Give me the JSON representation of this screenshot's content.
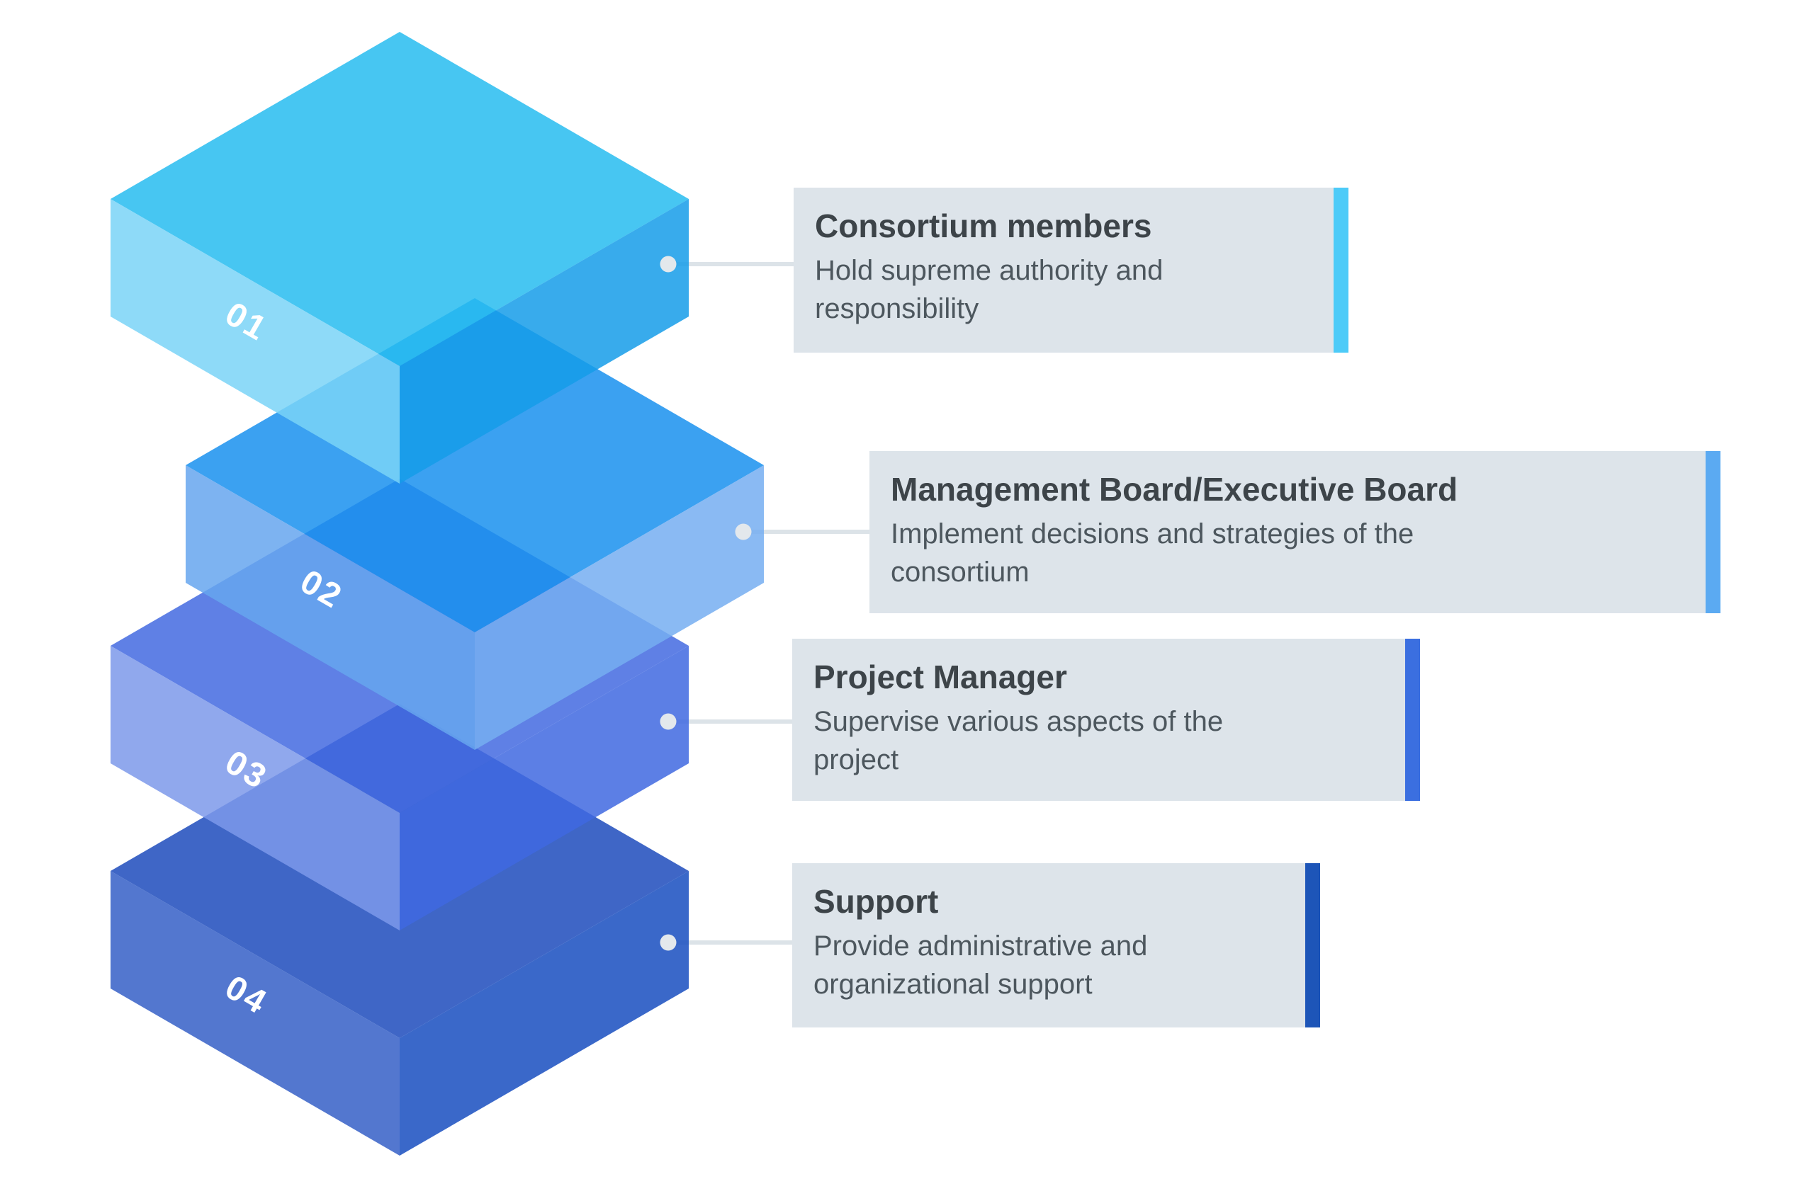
{
  "background": "#ffffff",
  "number_color": "#ffffff",
  "connector": {
    "line_color": "#dce3e8",
    "dot_color": "#e3e8ec"
  },
  "card": {
    "bg": "#dde4ea",
    "title_color": "#3d4449",
    "desc_color": "#4d575e"
  },
  "items": [
    {
      "number": "01",
      "title": "Consortium members",
      "description": "Hold supreme authority and\nresponsibility",
      "accent": "#4dcbf8",
      "faces": {
        "top": "#27bcf0",
        "left": "#7ad4f7",
        "right": "#159ce9"
      }
    },
    {
      "number": "02",
      "title": "Management Board/Executive Board",
      "description": "Implement decisions and strategies of the\nconsortium",
      "accent": "#5baaf2",
      "faces": {
        "top": "#1990ee",
        "left": "#66a6ef",
        "right": "#76aef1"
      }
    },
    {
      "number": "03",
      "title": "Project Manager",
      "description": "Supervise various aspects of the\nproject",
      "accent": "#3b6fe0",
      "faces": {
        "top": "#436ae0",
        "left": "#7c99ea",
        "right": "#4069e0"
      }
    },
    {
      "number": "04",
      "title": "Support",
      "description": "Provide administrative and\norganizational support",
      "accent": "#1d55b8",
      "faces": {
        "top": "#1d4bbc",
        "left": "#355fc7",
        "right": "#184ebf"
      }
    }
  ]
}
